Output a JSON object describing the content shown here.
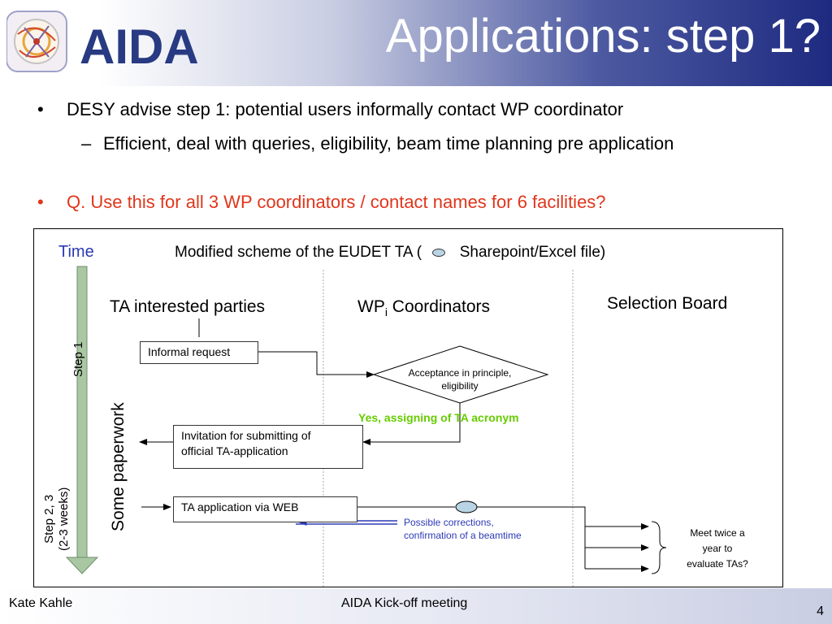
{
  "header": {
    "logo_text": "AIDA",
    "title": "Applications: step 1?"
  },
  "bullets": [
    {
      "marker": "•",
      "text": "DESY advise step 1: potential users informally contact WP coordinator",
      "color": "#000000"
    },
    {
      "marker": "–",
      "text": "Efficient, deal with queries, eligibility, beam time planning pre application",
      "color": "#000000"
    },
    {
      "marker": "•",
      "text": "Q. Use this for all 3 WP coordinators / contact names for 6 facilities?",
      "color": "#e0361b"
    }
  ],
  "diagram": {
    "time_label": "Time",
    "heading_prefix": "Modified scheme of the EUDET TA  (",
    "heading_suffix": "Sharepoint/Excel file)",
    "col_parties": "TA interested parties",
    "col_wp_prefix": "WP",
    "col_wp_sub": "i",
    "col_wp_suffix": " Coordinators",
    "col_board": "Selection Board",
    "step1": "Step 1",
    "step23_line1": "Step 2, 3",
    "step23_line2": "(2-3 weeks)",
    "paperwork": "Some paperwork",
    "informal_request": "Informal request",
    "acceptance_line1": "Acceptance in principle,",
    "acceptance_line2": "eligibility",
    "yes_assigning": "Yes, assigning of TA acronym",
    "invitation_line1": "Invitation for submitting of",
    "invitation_line2": "official TA-application",
    "ta_application": "TA application via WEB",
    "corrections_line1": "Possible corrections,",
    "corrections_line2": "confirmation of a beamtime",
    "meet_line1": "Meet twice a",
    "meet_line2": "year  to",
    "meet_line3": "evaluate TAs?",
    "colors": {
      "time": "#2b3ab5",
      "yes_green": "#66cc00",
      "corrections_blue": "#2b3ab5",
      "arrow_fill": "#a9c7a3",
      "oval_fill": "#b9d5e5"
    }
  },
  "footer": {
    "author": "Kate Kahle",
    "event": "AIDA Kick-off meeting",
    "page": "4"
  }
}
